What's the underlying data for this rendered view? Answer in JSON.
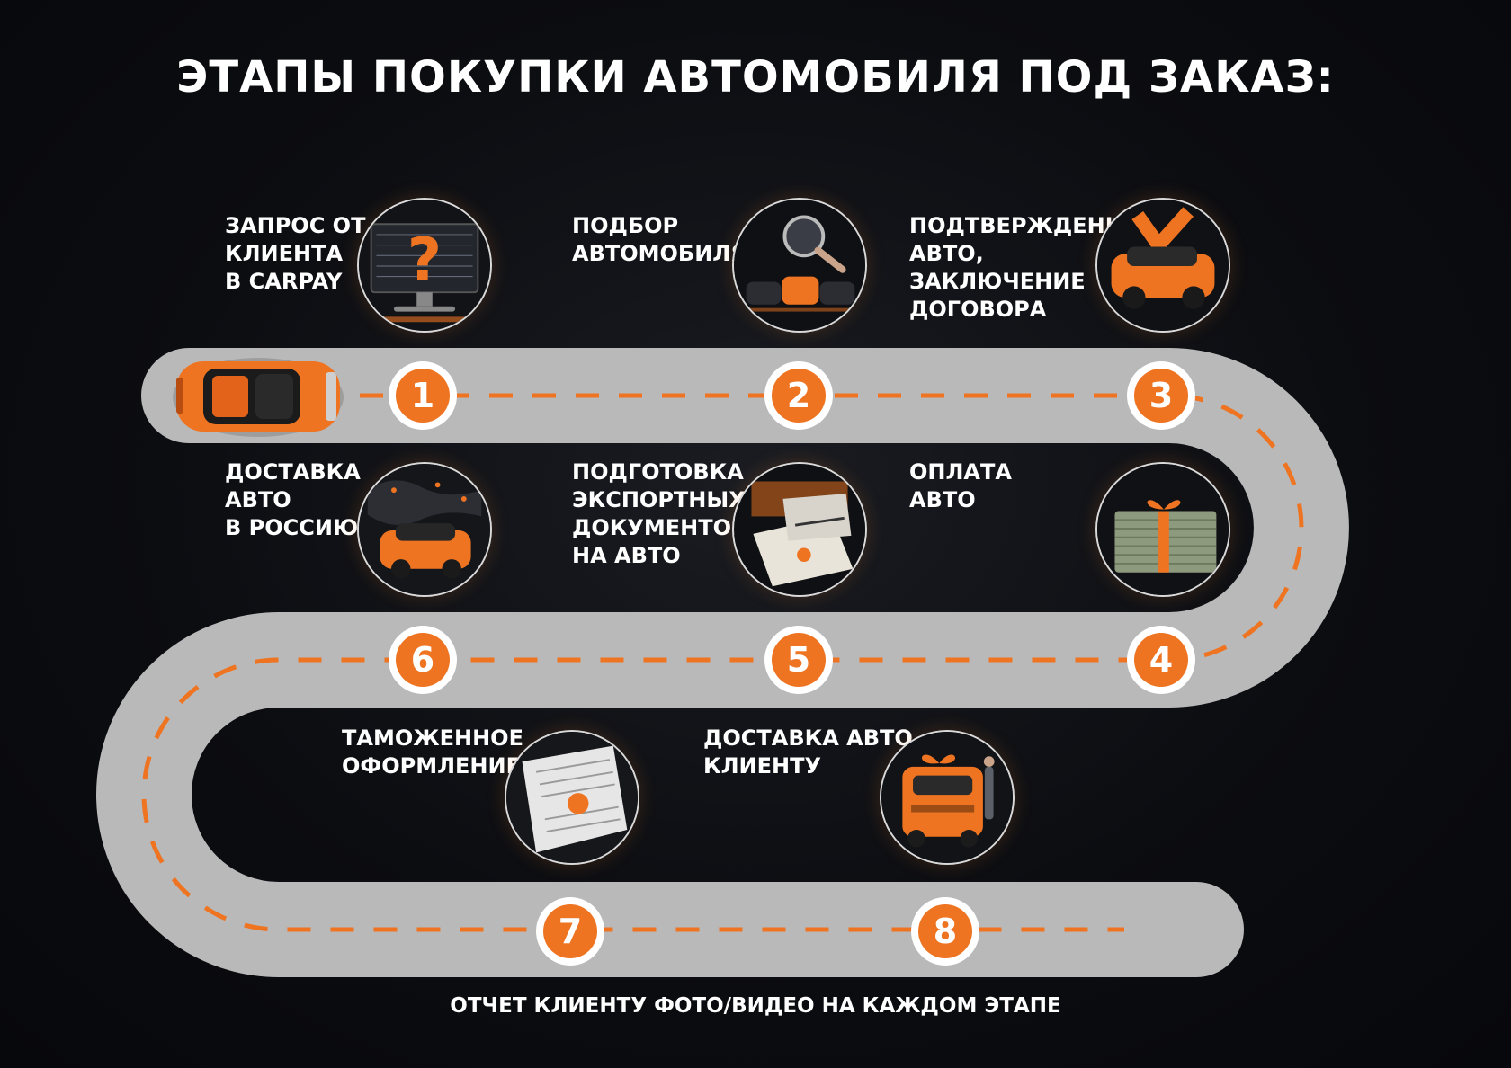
{
  "title": "ЭТАПЫ ПОКУПКИ АВТОМОБИЛЯ ПОД ЗАКАЗ:",
  "footer": "ОТЧЕТ КЛИЕНТУ ФОТО/ВИДЕО НА КАЖДОМ ЭТАПЕ",
  "colors": {
    "accent": "#ee7422",
    "road": "#b9b9b9",
    "background": "#0c0d11",
    "text": "#ffffff"
  },
  "steps": [
    {
      "number": "1",
      "lines": [
        "ЗАПРОС ОТ",
        "КЛИЕНТА",
        "В CARPAY"
      ],
      "icon": "question-monitor-icon"
    },
    {
      "number": "2",
      "lines": [
        "ПОДБОР",
        "АВТОМОБИЛЯ"
      ],
      "icon": "magnifier-cars-icon"
    },
    {
      "number": "3",
      "lines": [
        "ПОДТВЕРЖДЕНИЕ",
        "АВТО,",
        "ЗАКЛЮЧЕНИЕ",
        "ДОГОВОРА"
      ],
      "icon": "checkmark-car-icon"
    },
    {
      "number": "4",
      "lines": [
        "ОПЛАТА",
        "АВТО"
      ],
      "icon": "money-stack-icon"
    },
    {
      "number": "5",
      "lines": [
        "ПОДГОТОВКА",
        "ЭКСПОРТНЫХ",
        "ДОКУМЕНТОВ",
        "НА АВТО"
      ],
      "icon": "documents-icon"
    },
    {
      "number": "6",
      "lines": [
        "ДОСТАВКА",
        "АВТО",
        "В РОССИЮ"
      ],
      "icon": "map-car-icon"
    },
    {
      "number": "7",
      "lines": [
        "ТАМОЖЕННОЕ",
        "ОФОРМЛЕНИЕ"
      ],
      "icon": "customs-paper-icon"
    },
    {
      "number": "8",
      "lines": [
        "ДОСТАВКА АВТО",
        "КЛИЕНТУ"
      ],
      "icon": "gift-car-icon"
    }
  ]
}
